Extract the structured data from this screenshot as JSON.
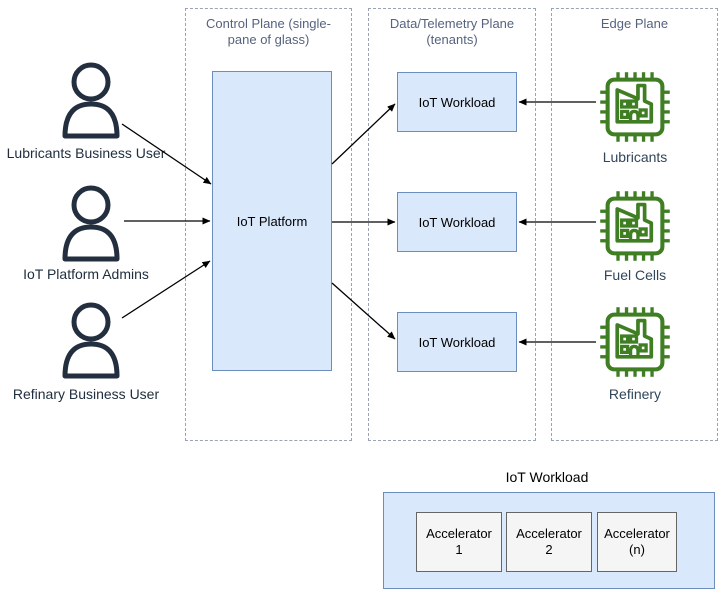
{
  "diagram": {
    "planes": [
      {
        "title": "Control Plane (single-pane of glass)"
      },
      {
        "title": "Data/Telemetry Plane (tenants)"
      },
      {
        "title": "Edge Plane"
      }
    ],
    "platform": {
      "label": "IoT Platform"
    },
    "workloads": [
      {
        "label": "IoT Workload"
      },
      {
        "label": "IoT Workload"
      },
      {
        "label": "IoT Workload"
      }
    ],
    "users": [
      {
        "label": "Lubricants Business User"
      },
      {
        "label": "IoT Platform Admins"
      },
      {
        "label": "Refinary Business User"
      }
    ],
    "edge_nodes": [
      {
        "label": "Lubricants"
      },
      {
        "label": "Fuel Cells"
      },
      {
        "label": "Refinery"
      }
    ],
    "detail": {
      "title": "IoT Workload",
      "accelerators": [
        {
          "label": "Accelerator 1"
        },
        {
          "label": "Accelerator 2"
        },
        {
          "label": "Accelerator (n)"
        }
      ]
    },
    "colors": {
      "node_fill": "#dae8fc",
      "node_border": "#6c8ebf",
      "plane_border": "#9aa3b5",
      "plane_title": "#56637e",
      "edge_icon_green": "#3f7e23",
      "user_icon_navy": "#232f3e",
      "accelerator_fill": "#f5f5f5",
      "accelerator_border": "#666666",
      "arrow": "#000000"
    }
  }
}
